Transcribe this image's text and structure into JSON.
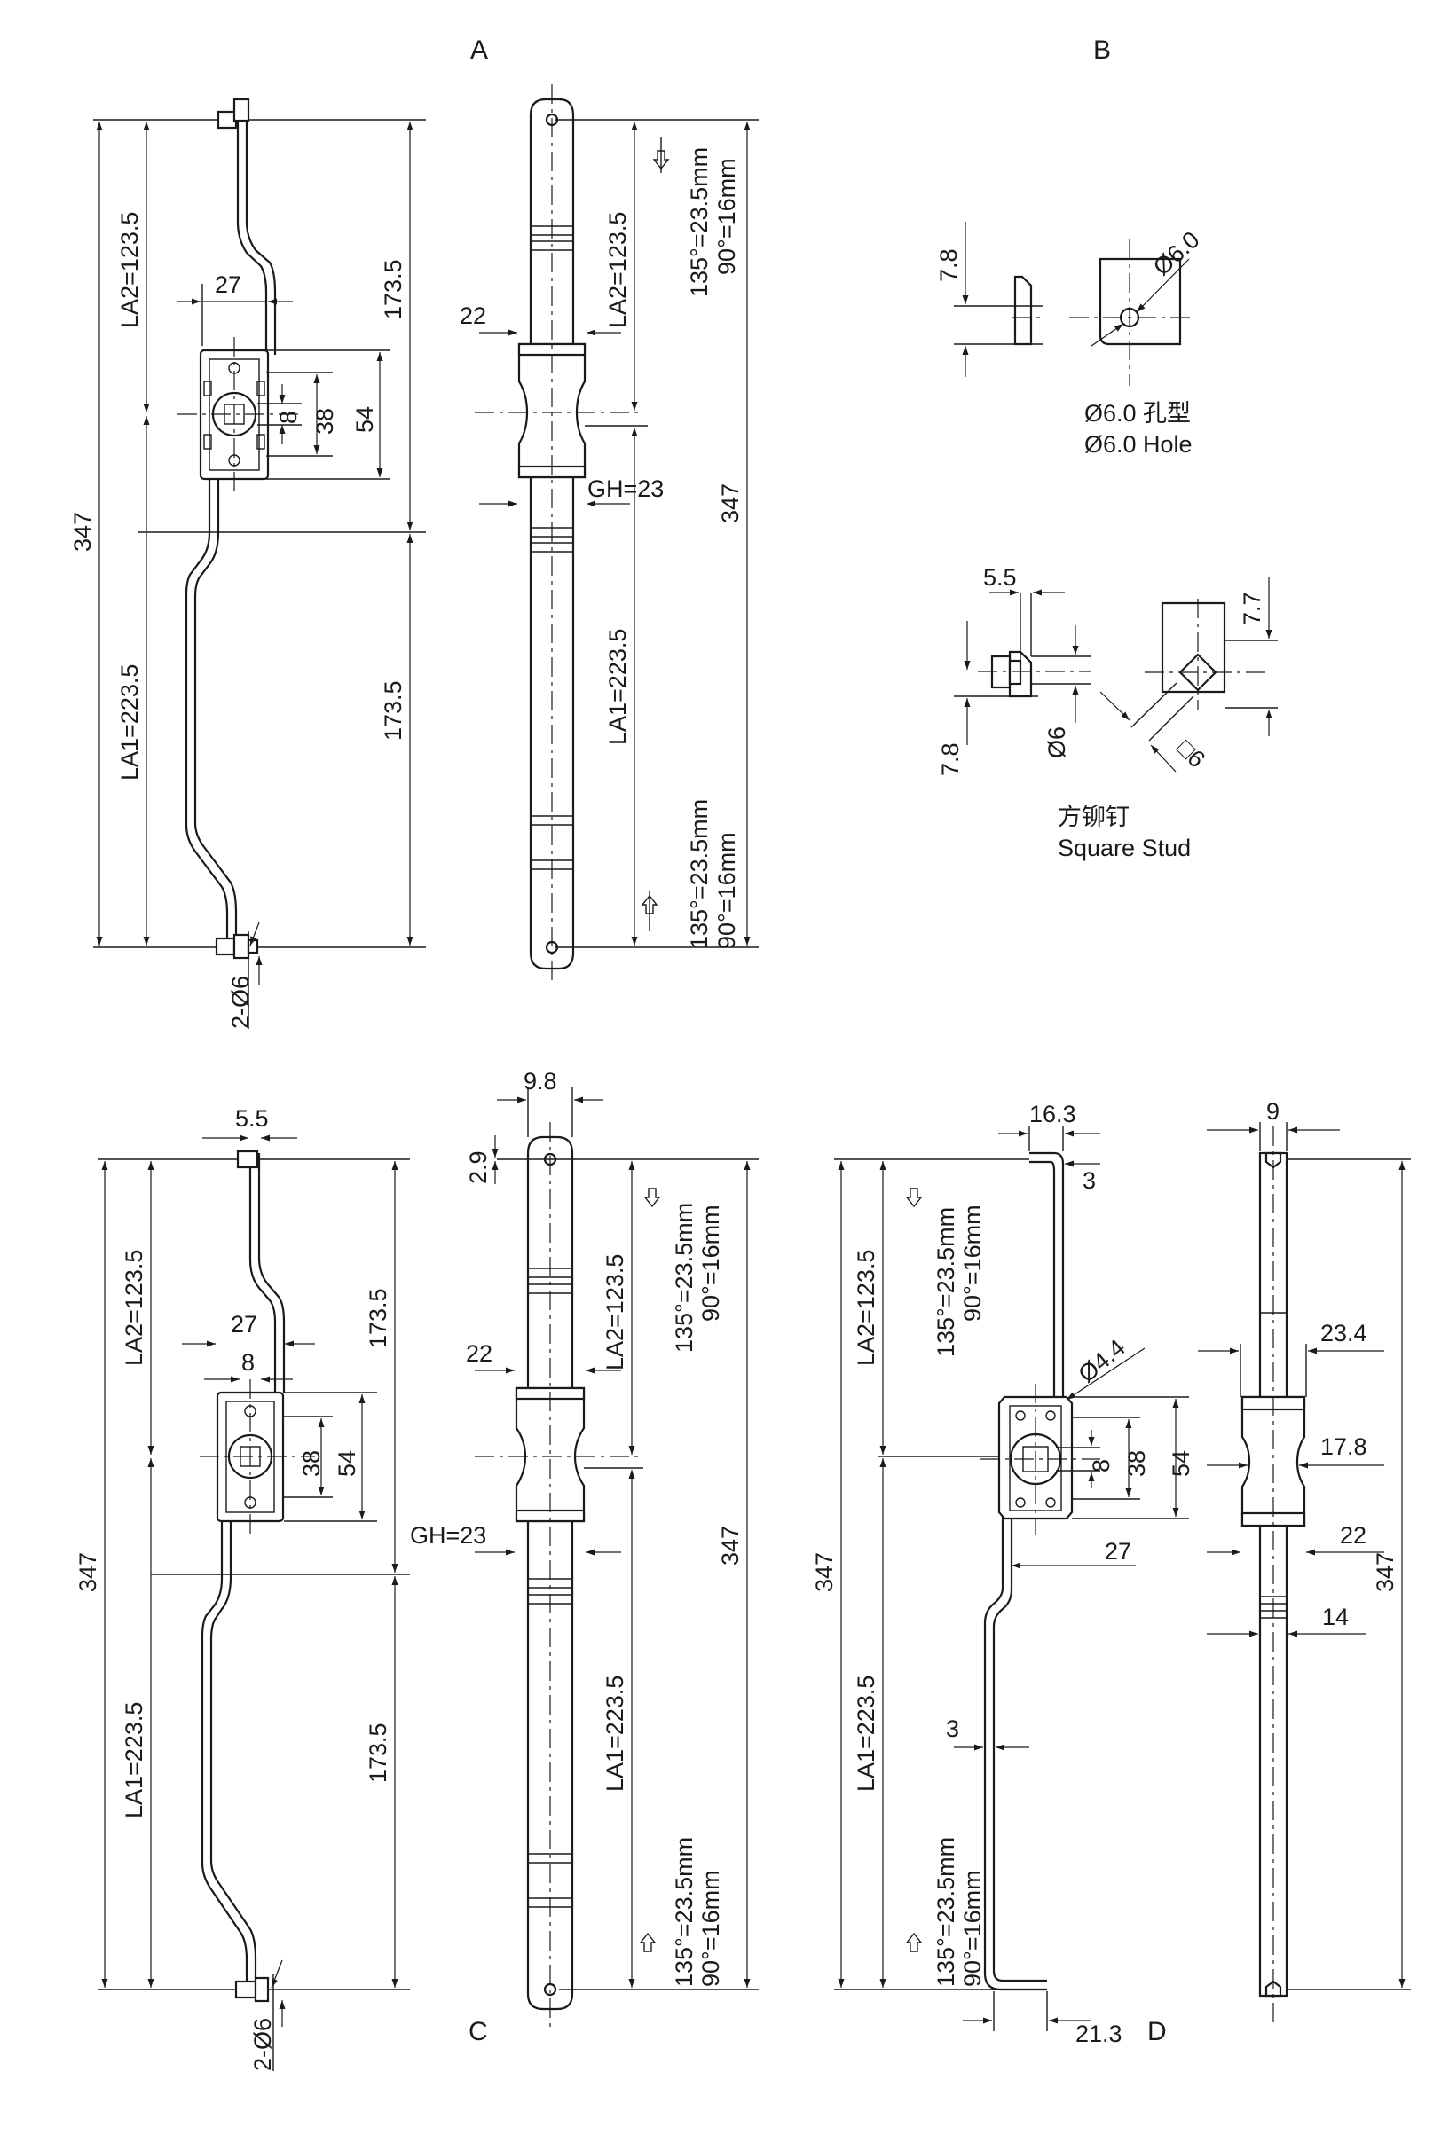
{
  "sections": {
    "a": "A",
    "b": "B",
    "c": "C",
    "d": "D"
  },
  "labels": {
    "a1_la2": "LA2=123.5",
    "a1_la1": "LA1=223.5",
    "a1_347": "347",
    "a1_27": "27",
    "a1_8": "8",
    "a1_38": "38",
    "a1_54": "54",
    "a1_173a": "173.5",
    "a1_173b": "173.5",
    "a1_hole": "2-Ø6",
    "a2_22": "22",
    "a2_gh": "GH=23",
    "a2_la2": "LA2=123.5",
    "a2_la1": "LA1=223.5",
    "a2_347": "347",
    "a2_t1a": "135°=23.5mm",
    "a2_t1b": "90°=16mm",
    "a2_t2a": "135°=23.5mm",
    "a2_t2b": "90°=16mm",
    "b_78a": "7.8",
    "b_d60": "Ø6.0",
    "b_hole_cn": "Ø6.0 孔型",
    "b_hole_en": "Ø6.0 Hole",
    "b_55": "5.5",
    "b_77": "7.7",
    "b_78b": "7.8",
    "b_d6": "Ø6",
    "b_sq6": "□6",
    "b_stud_cn": "方铆钉",
    "b_stud_en": "Square Stud",
    "c1_55": "5.5",
    "c1_27": "27",
    "c1_8": "8",
    "c1_38": "38",
    "c1_54": "54",
    "c1_la2": "LA2=123.5",
    "c1_la1": "LA1=223.5",
    "c1_347": "347",
    "c1_173a": "173.5",
    "c1_173b": "173.5",
    "c1_hole": "2-Ø6",
    "c2_98": "9.8",
    "c2_29": "2.9",
    "c2_22": "22",
    "c2_gh": "GH=23",
    "c2_la2": "LA2=123.5",
    "c2_la1": "LA1=223.5",
    "c2_347": "347",
    "c2_t1a": "135°=23.5mm",
    "c2_t1b": "90°=16mm",
    "c2_t2a": "135°=23.5mm",
    "c2_t2b": "90°=16mm",
    "d1_163": "16.3",
    "d1_3a": "3",
    "d1_d44": "Ø4.4",
    "d1_8": "8",
    "d1_38": "38",
    "d1_54": "54",
    "d1_27": "27",
    "d1_3b": "3",
    "d1_213": "21.3",
    "d1_la2": "LA2=123.5",
    "d1_la1": "LA1=223.5",
    "d1_347": "347",
    "d1_t1a": "135°=23.5mm",
    "d1_t1b": "90°=16mm",
    "d1_t2a": "135°=23.5mm",
    "d1_t2b": "90°=16mm",
    "d2_9": "9",
    "d2_234": "23.4",
    "d2_178": "17.8",
    "d2_22": "22",
    "d2_14": "14",
    "d2_347": "347"
  }
}
